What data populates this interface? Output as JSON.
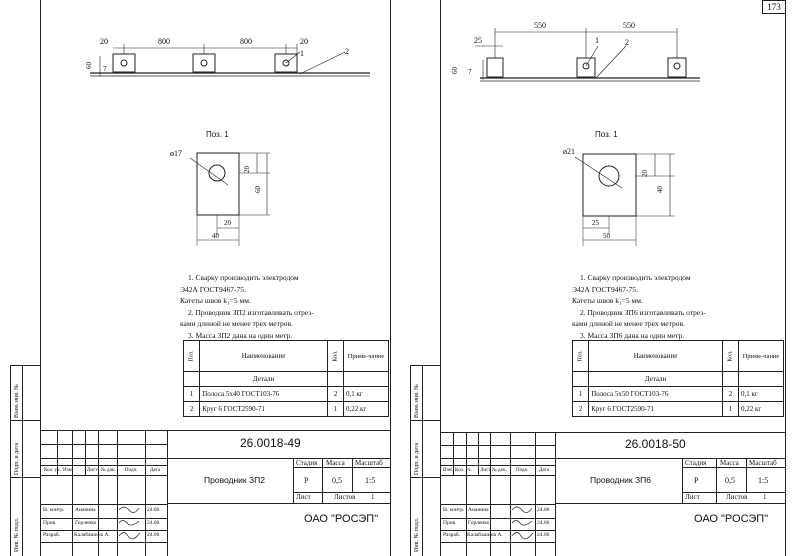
{
  "page_number": "173",
  "sheets": [
    {
      "dims_top": [
        "20",
        "800",
        "800",
        "20"
      ],
      "callouts": [
        "1",
        "2"
      ],
      "dim_left_60": "60",
      "dim_left_7": "7",
      "pos_title": "Поз. 1",
      "hole_dia": "ø17",
      "plate_dim_20v": "20",
      "plate_dim_60": "60",
      "plate_dim_20h": "20",
      "plate_dim_40": "40",
      "notes": [
        "1. Сварку производить электродом",
        "Э42А ГОСТ9467-75.",
        "Катеты швов k₁=5 мм.",
        "2. Проводник ЗП2 изготавливать отрез-",
        "ками длиной не менее трех метров.",
        "3. Масса ЗП2 дана на один метр."
      ],
      "spec_header": {
        "pos": "Поз.",
        "name": "Наименование",
        "qty": "Кол.",
        "note": "Приме-чание"
      },
      "spec_section": "Детали",
      "spec_rows": [
        {
          "pos": "1",
          "name": "Полоса 5х40 ГОСТ103-76",
          "qty": "2",
          "note": "0,1 кг"
        },
        {
          "pos": "2",
          "name": "Круг 6 ГОСТ2590-71",
          "qty": "1",
          "note": "0,22 кг"
        }
      ],
      "doc_code": "26.0018-49",
      "title": "Проводник ЗП2",
      "stage_label": "Стадия",
      "mass_label": "Масса",
      "scale_label": "Масштаб",
      "stage": "Р",
      "mass": "0,5",
      "scale": "1:5",
      "sheet_label": "Лист",
      "sheets_label": "Листов",
      "sheets_count": "1",
      "org": "ОАО \"РОСЭП\"",
      "rev_cols": [
        "Изм.",
        "Кол. уч.",
        "Лист",
        "№ док.",
        "Подп.",
        "Дата"
      ],
      "signers": [
        {
          "role": "Н. контр.",
          "name": "Ананина",
          "date": "24.06"
        },
        {
          "role": "Пров.",
          "name": "Горленко",
          "date": "24.06"
        },
        {
          "role": "Разраб.",
          "name": "Калабашина А.",
          "date": "24.06"
        }
      ],
      "side_labels": [
        "Взам. инв. №",
        "Подп. и дата",
        "Инв. № подл."
      ]
    },
    {
      "dims_top": [
        "25",
        "550",
        "550"
      ],
      "callouts": [
        "1",
        "2"
      ],
      "dim_left_60": "60",
      "dim_left_7": "7",
      "pos_title": "Поз. 1",
      "hole_dia": "ø21",
      "plate_dim_20v": "20",
      "plate_dim_60": "40",
      "plate_dim_20h": "25",
      "plate_dim_40": "50",
      "notes": [
        "1. Сварку производить электродом",
        "Э42А ГОСТ9467-75.",
        "Катеты швов k₁=5 мм.",
        "2. Проводник ЗП6 изготавливать отрез-",
        "ками длиной не менее трех метров.",
        "3. Масса ЗП6 дана на один метр."
      ],
      "spec_header": {
        "pos": "Поз.",
        "name": "Наименование",
        "qty": "Кол.",
        "note": "Приме-чание"
      },
      "spec_section": "Детали",
      "spec_rows": [
        {
          "pos": "1",
          "name": "Полоса 5х50 ГОСТ103-76",
          "qty": "2",
          "note": "0,1 кг"
        },
        {
          "pos": "2",
          "name": "Круг 6 ГОСТ2590-71",
          "qty": "1",
          "note": "0,22 кг"
        }
      ],
      "doc_code": "26.0018-50",
      "title": "Проводник ЗП6",
      "stage_label": "Стадия",
      "mass_label": "Масса",
      "scale_label": "Масштаб",
      "stage": "Р",
      "mass": "0,5",
      "scale": "1:5",
      "sheet_label": "Лист",
      "sheets_label": "Листов",
      "sheets_count": "1",
      "org": "ОАО \"РОСЭП\"",
      "rev_cols": [
        "Изм.",
        "Кол. уч.",
        "Лист",
        "№ док.",
        "Подп.",
        "Дата"
      ],
      "signers": [
        {
          "role": "Н. контр.",
          "name": "Ананина",
          "date": "24.06"
        },
        {
          "role": "Пров.",
          "name": "Горленко",
          "date": "24.06"
        },
        {
          "role": "Разраб.",
          "name": "Калабашина А.",
          "date": "24.06"
        }
      ],
      "side_labels": [
        "Взам. инв. №",
        "Подп. и дата",
        "Инв. № подл."
      ]
    }
  ]
}
